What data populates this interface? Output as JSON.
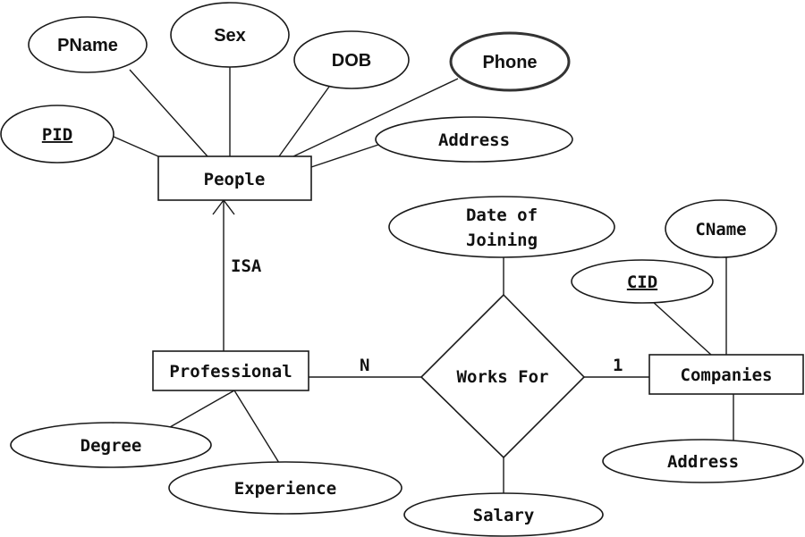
{
  "entities": {
    "people": "People",
    "professional": "Professional",
    "companies": "Companies"
  },
  "relationship": {
    "works_for": "Works For"
  },
  "attributes": {
    "pname": "PName",
    "sex": "Sex",
    "dob": "DOB",
    "phone": "Phone",
    "pid": "PID",
    "people_address": "Address",
    "date_of_joining_line1": "Date of",
    "date_of_joining_line2": "Joining",
    "cname": "CName",
    "cid": "CID",
    "degree": "Degree",
    "experience": "Experience",
    "salary": "Salary",
    "company_address": "Address"
  },
  "labels": {
    "isa": "ISA",
    "cardinality_professional": "N",
    "cardinality_companies": "1"
  }
}
